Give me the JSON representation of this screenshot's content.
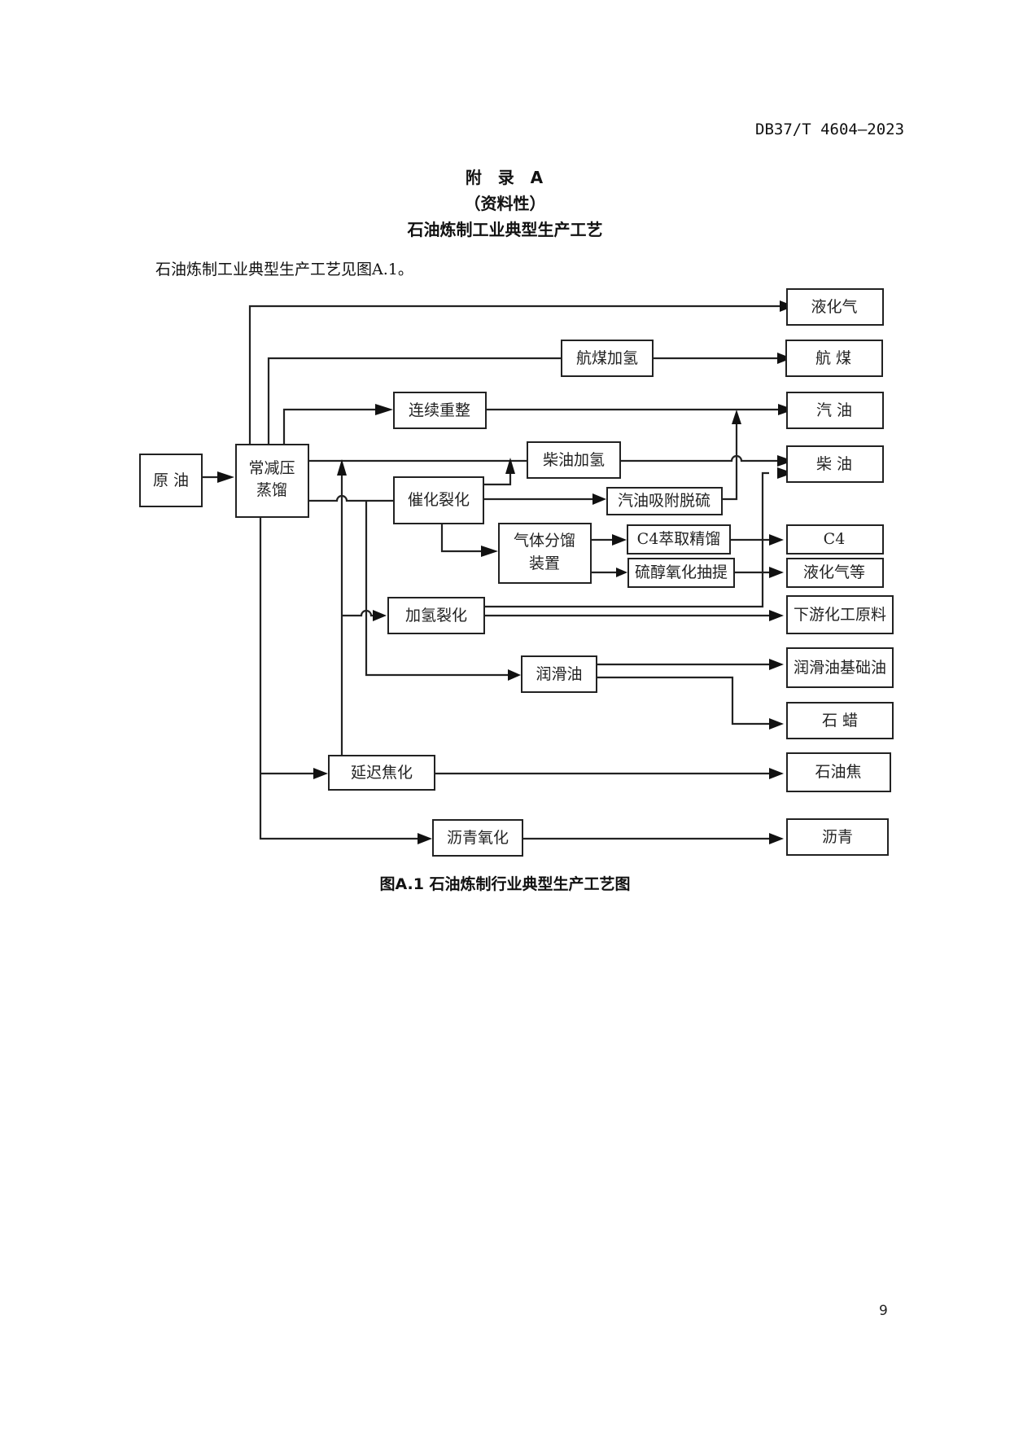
{
  "header": {
    "standard_code": "DB37/T 4604—2023"
  },
  "appendix": {
    "title": "附  录  A",
    "nature": "（资料性）",
    "heading": "石油炼制工业典型生产工艺"
  },
  "intro_text": "石油炼制工业典型生产工艺见图A.1。",
  "diagram": {
    "nodes": {
      "crude_oil": "原 油",
      "distillation_l1": "常减压",
      "distillation_l2": "蒸馏",
      "continuous_reforming": "连续重整",
      "jet_fuel_hydro": "航煤加氢",
      "diesel_hydro": "柴油加氢",
      "catalytic_cracking": "催化裂化",
      "gasoline_desulfur": "汽油吸附脱硫",
      "gas_fractionation_l1": "气体分馏",
      "gas_fractionation_l2": "装置",
      "c4_extraction": "C4萃取精馏",
      "mercaptan_oxidation": "硫醇氧化抽提",
      "hydrocracking": "加氢裂化",
      "lube_oil": "润滑油",
      "delayed_coking": "延迟焦化",
      "asphalt_oxidation": "沥青氧化"
    },
    "products": {
      "lpg": "液化气",
      "jet_fuel": "航 煤",
      "gasoline": "汽 油",
      "diesel": "柴 油",
      "c4": "C4",
      "lpg_etc": "液化气等",
      "chem_feedstock": "下游化工原料",
      "lube_base_oil": "润滑油基础油",
      "paraffin_wax": "石 蜡",
      "petroleum_coke": "石油焦",
      "asphalt": "沥青"
    }
  },
  "caption": "图A.1 石油炼制行业典型生产工艺图",
  "page_number": "9"
}
